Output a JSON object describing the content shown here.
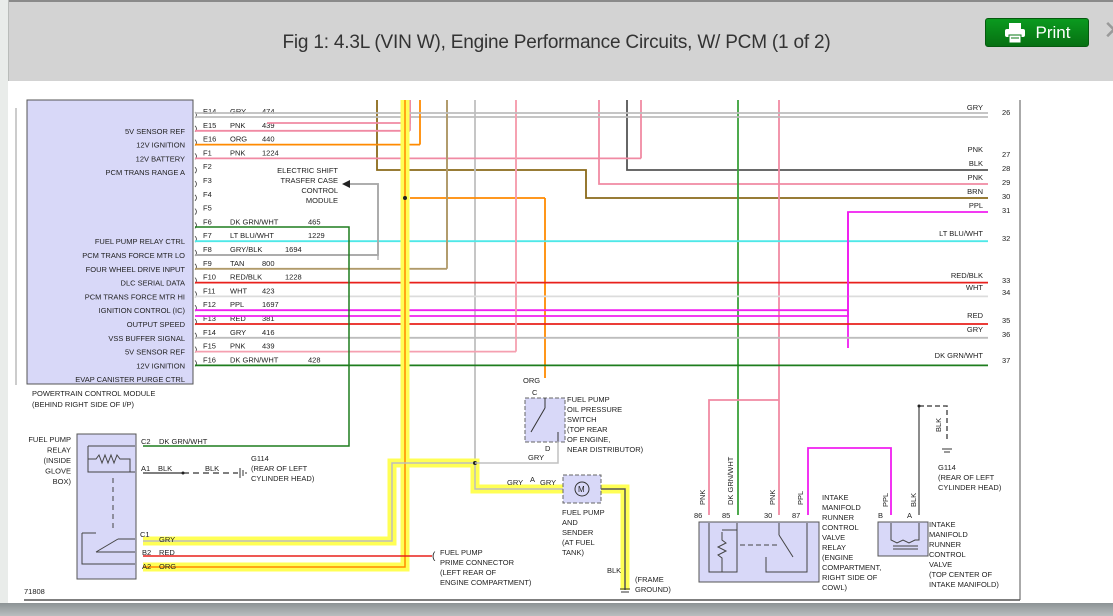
{
  "header": {
    "title": "Fig 1: 4.3L (VIN W), Engine Performance Circuits, W/ PCM (1 of 2)",
    "print_label": "Print",
    "print_icon": "printer-icon",
    "close_icon": "close-icon"
  },
  "pcm": {
    "name_line1": "POWERTRAIN CONTROL MODULE",
    "name_line2": "(BEHIND RIGHT SIDE OF I/P)",
    "pins": [
      {
        "label": "",
        "pin": "E14",
        "wire": "GRY",
        "circuit": "474",
        "color": "#bdbdbd"
      },
      {
        "label": "5V SENSOR REF",
        "pin": "E15",
        "wire": "PNK",
        "circuit": "439",
        "color": "#f08aa3"
      },
      {
        "label": "12V IGNITION",
        "pin": "E16",
        "wire": "ORG",
        "circuit": "440",
        "color": "#ff8a00"
      },
      {
        "label": "12V BATTERY",
        "pin": "F1",
        "wire": "PNK",
        "circuit": "1224",
        "color": "#f08aa3"
      },
      {
        "label": "PCM TRANS RANGE A",
        "pin": "F2",
        "wire": "",
        "circuit": "",
        "color": ""
      },
      {
        "label": "",
        "pin": "F3",
        "wire": "",
        "circuit": "",
        "color": ""
      },
      {
        "label": "",
        "pin": "F4",
        "wire": "",
        "circuit": "",
        "color": ""
      },
      {
        "label": "",
        "pin": "F5",
        "wire": "",
        "circuit": "",
        "color": ""
      },
      {
        "label": "",
        "pin": "F6",
        "wire": "DK GRN/WHT",
        "circuit": "465",
        "color": "#1e7d1e"
      },
      {
        "label": "FUEL PUMP RELAY CTRL",
        "pin": "F7",
        "wire": "LT BLU/WHT",
        "circuit": "1229",
        "color": "#4fe8e8"
      },
      {
        "label": "PCM TRANS FORCE MTR LO",
        "pin": "F8",
        "wire": "GRY/BLK",
        "circuit": "1694",
        "color": "#a9a9a9"
      },
      {
        "label": "FOUR WHEEL DRIVE INPUT",
        "pin": "F9",
        "wire": "TAN",
        "circuit": "800",
        "color": "#b09a6a"
      },
      {
        "label": "DLC SERIAL DATA",
        "pin": "F10",
        "wire": "RED/BLK",
        "circuit": "1228",
        "color": "#e8201c"
      },
      {
        "label": "PCM TRANS FORCE MTR HI",
        "pin": "F11",
        "wire": "WHT",
        "circuit": "423",
        "color": "#dcdcdc"
      },
      {
        "label": "IGNITION CONTROL (IC)",
        "pin": "F12",
        "wire": "PPL",
        "circuit": "1697",
        "color": "#f01ef0"
      },
      {
        "label": "OUTPUT SPEED",
        "pin": "F13",
        "wire": "RED",
        "circuit": "381",
        "color": "#e8201c"
      },
      {
        "label": "VSS BUFFER SIGNAL",
        "pin": "F14",
        "wire": "GRY",
        "circuit": "416",
        "color": "#bdbdbd"
      },
      {
        "label": "5V SENSOR REF",
        "pin": "F15",
        "wire": "PNK",
        "circuit": "439",
        "color": "#f5a0b0"
      },
      {
        "label": "12V IGNITION",
        "pin": "F16",
        "wire": "DK GRN/WHT",
        "circuit": "428",
        "color": "#1e7d1e"
      },
      {
        "label": "EVAP CANISTER PURGE CTRL",
        "pin": "",
        "wire": "",
        "circuit": "",
        "color": ""
      }
    ]
  },
  "transfer_case_module": [
    "ELECTRIC SHIFT",
    "TRASFER CASE",
    "CONTROL",
    "MODULE"
  ],
  "right_terminals": [
    {
      "wire": "GRY",
      "num": "26",
      "color": "#bdbdbd"
    },
    {
      "wire": "PNK",
      "num": "27",
      "color": "#f08aa3"
    },
    {
      "wire": "BLK",
      "num": "28",
      "color": "#555555"
    },
    {
      "wire": "PNK",
      "num": "29",
      "color": "#f08aa3"
    },
    {
      "wire": "BRN",
      "num": "30",
      "color": "#8a6a1a"
    },
    {
      "wire": "PPL",
      "num": "31",
      "color": "#f01ef0"
    },
    {
      "wire": "LT BLU/WHT",
      "num": "32",
      "color": "#4fe8e8"
    },
    {
      "wire": "RED/BLK",
      "num": "33",
      "color": "#e8201c"
    },
    {
      "wire": "WHT",
      "num": "34",
      "color": "#dcdcdc"
    },
    {
      "wire": "RED",
      "num": "35",
      "color": "#e8201c"
    },
    {
      "wire": "GRY",
      "num": "36",
      "color": "#bdbdbd"
    },
    {
      "wire": "DK GRN/WHT",
      "num": "37",
      "color": "#1e7d1e"
    }
  ],
  "fuel_pump_relay": {
    "name": [
      "FUEL PUMP",
      "RELAY",
      "(INSIDE",
      "GLOVE",
      "BOX)"
    ],
    "c2": "C2",
    "c2_wire": "DK GRN/WHT",
    "a1": "A1",
    "a1_wire": "BLK",
    "a1_wire2": "BLK",
    "c1": "C1",
    "c1_wire": "GRY",
    "b2": "B2",
    "b2_wire": "RED",
    "a2": "A2",
    "a2_wire": "ORG"
  },
  "g114_left": [
    "G114",
    "(REAR OF LEFT",
    "CYLINDER HEAD)"
  ],
  "prime_connector": [
    "FUEL PUMP",
    "PRIME CONNECTOR",
    "(LEFT REAR OF",
    "ENGINE COMPARTMENT)"
  ],
  "oil_switch": {
    "name": [
      "FUEL PUMP",
      "OIL PRESSURE",
      "SWITCH",
      "(TOP REAR",
      "OF ENGINE,",
      "NEAR DISTRIBUTOR)"
    ],
    "pin_c": "C",
    "pin_d": "D",
    "wire_in": "ORG",
    "wire_out": "GRY"
  },
  "fuel_pump": {
    "name": [
      "FUEL PUMP",
      "AND",
      "SENDER",
      "(AT FUEL",
      "TANK)"
    ],
    "pin_a": "A",
    "wire_in": "GRY",
    "wire_in2": "GRY",
    "motor_label": "M",
    "ground_wire": "BLK",
    "ground_name": [
      "(FRAME",
      "GROUND)"
    ]
  },
  "imrc_relay": {
    "name": [
      "INTAKE",
      "MANIFOLD",
      "RUNNER",
      "CONTROL",
      "VALVE",
      "RELAY",
      "(ENGINE",
      "COMPARTMENT,",
      "RIGHT SIDE OF",
      "COWL)"
    ],
    "pins": [
      {
        "num": "86",
        "wire": "PNK"
      },
      {
        "num": "85",
        "wire": "DK GRN/WHT"
      },
      {
        "num": "30",
        "wire": "PNK"
      },
      {
        "num": "87",
        "wire": "PPL"
      }
    ]
  },
  "imrc_valve": {
    "name": [
      "INTAKE",
      "MANIFOLD",
      "RUNNER",
      "CONTROL",
      "VALVE",
      "(TOP CENTER OF",
      "INTAKE MANIFOLD)"
    ],
    "pin_b": "B",
    "pin_a": "A",
    "wire_b": "PPL",
    "wire_a": "BLK",
    "ground_wire": "BLK",
    "ground_name": [
      "G114",
      "(REAR OF LEFT",
      "CYLINDER HEAD)"
    ]
  },
  "figure_id": "71808"
}
